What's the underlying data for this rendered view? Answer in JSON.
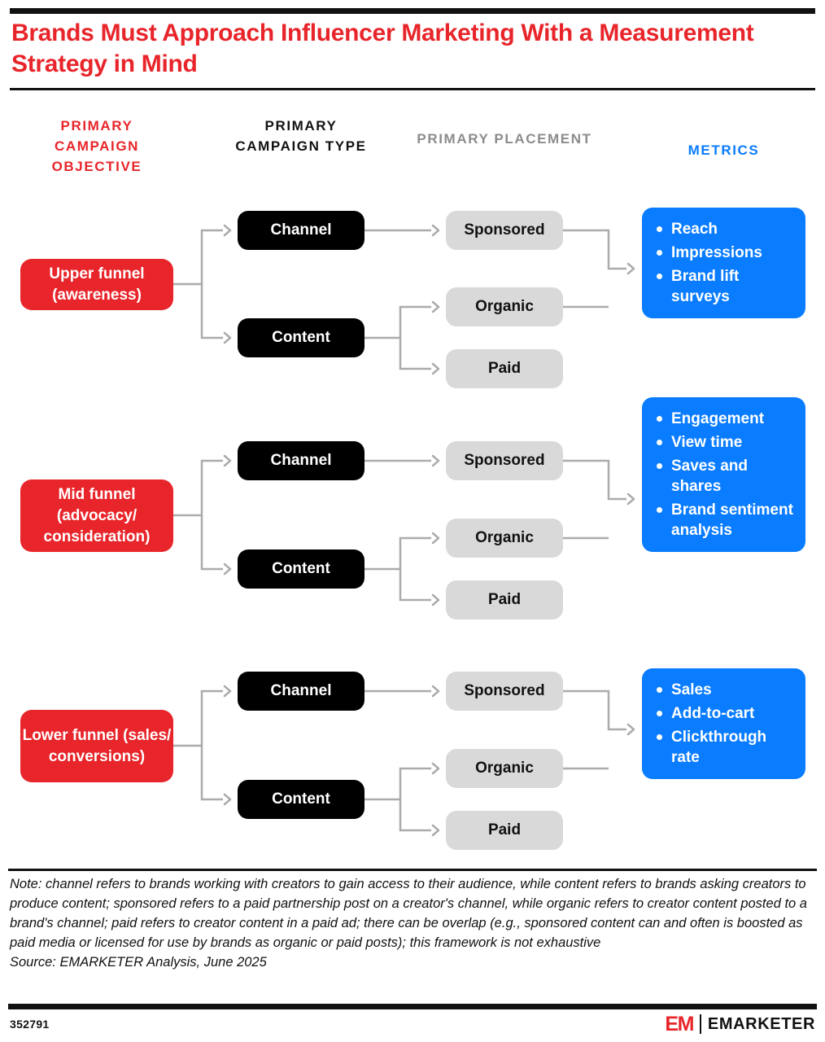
{
  "title": "Brands Must Approach Influencer Marketing With a Measurement Strategy in Mind",
  "colors": {
    "red": "#E8252A",
    "blue": "#0A7CFF",
    "gray": "#D9D9D9",
    "gray_text": "#8C8C8C",
    "black": "#000000",
    "connector": "#ABABAB"
  },
  "columns": [
    {
      "label": "PRIMARY CAMPAIGN OBJECTIVE",
      "color": "#E8252A"
    },
    {
      "label": "PRIMARY CAMPAIGN TYPE",
      "color": "#111111"
    },
    {
      "label": "PRIMARY PLACEMENT",
      "color": "#8C8C8C"
    },
    {
      "label": "METRICS",
      "color": "#0A7CFF"
    }
  ],
  "rows": [
    {
      "objective": "Upper funnel (awareness)",
      "types": [
        "Channel",
        "Content"
      ],
      "placements": [
        "Sponsored",
        "Organic",
        "Paid"
      ],
      "metrics": [
        "Reach",
        "Impressions",
        "Brand lift surveys"
      ]
    },
    {
      "objective": "Mid funnel (advocacy/ consideration)",
      "types": [
        "Channel",
        "Content"
      ],
      "placements": [
        "Sponsored",
        "Organic",
        "Paid"
      ],
      "metrics": [
        "Engagement",
        "View time",
        "Saves and shares",
        "Brand sentiment analysis"
      ]
    },
    {
      "objective": "Lower funnel (sales/ conversions)",
      "types": [
        "Channel",
        "Content"
      ],
      "placements": [
        "Sponsored",
        "Organic",
        "Paid"
      ],
      "metrics": [
        "Sales",
        "Add-to-cart",
        "Clickthrough rate"
      ]
    }
  ],
  "note": "Note: channel refers to brands working with creators to gain access to their audience, while content refers to brands asking creators to produce content; sponsored refers to a paid partnership post on a creator's channel, while organic refers to creator content posted to a brand's channel; paid refers to creator content in a paid ad; there can be overlap (e.g., sponsored content can and often is boosted as paid media or licensed for use by brands as organic or paid posts); this framework is not exhaustive",
  "source": "Source: EMARKETER Analysis, June 2025",
  "footer": {
    "id": "352791",
    "logo_mark": "EM",
    "logo_word": "EMARKETER"
  }
}
